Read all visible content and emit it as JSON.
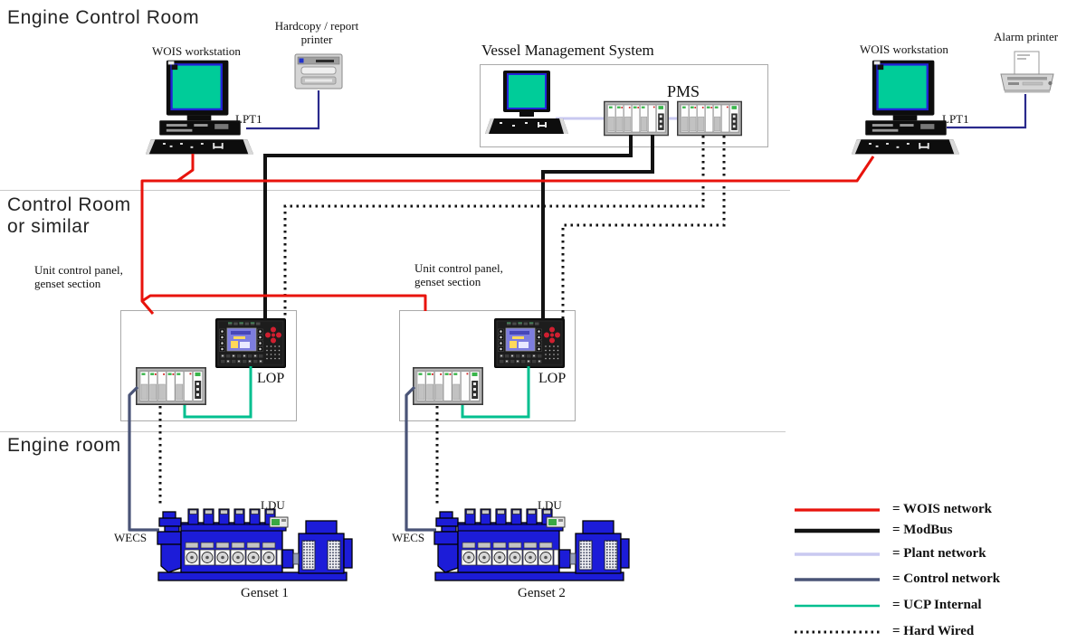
{
  "colors": {
    "wois": "#e8130c",
    "modbus": "#121212",
    "plant": "#c9c9f0",
    "control": "#4a5477",
    "ucp_internal": "#00bf8f",
    "hardwired": "#121212",
    "printer_cable": "#2a2a8c",
    "screen_teal": "#00cc99",
    "engine_blue": "#1c1cd8"
  },
  "sections": {
    "top": "Engine Control Room",
    "middle_line1": "Control Room",
    "middle_line2": "or similar",
    "bottom": "Engine room"
  },
  "control_room": {
    "left_station": {
      "label": "WOIS workstation",
      "port": "LPT1",
      "printer_line1": "Hardcopy / report",
      "printer_line2": "printer"
    },
    "right_station": {
      "label": "WOIS workstation",
      "port": "LPT1",
      "printer": "Alarm printer"
    },
    "vms": {
      "title": "Vessel Management System",
      "pms": "PMS"
    }
  },
  "ucp": {
    "label_line1": "Unit control panel,",
    "label_line2": "genset section",
    "lop": "LOP"
  },
  "engine_room": {
    "wecs": "WECS",
    "ldu": "LDU",
    "genset1": "Genset 1",
    "genset2": "Genset 2"
  },
  "legend": {
    "items": [
      {
        "label": "= WOIS network",
        "color": "#e8130c",
        "style": "solid"
      },
      {
        "label": "= ModBus",
        "color": "#121212",
        "style": "solid"
      },
      {
        "label": "= Plant network",
        "color": "#c9c9f0",
        "style": "solid"
      },
      {
        "label": "= Control network",
        "color": "#4a5477",
        "style": "solid"
      },
      {
        "label": "= UCP Internal",
        "color": "#00bf8f",
        "style": "solid"
      },
      {
        "label": "= Hard Wired",
        "color": "#121212",
        "style": "dotted"
      }
    ]
  }
}
